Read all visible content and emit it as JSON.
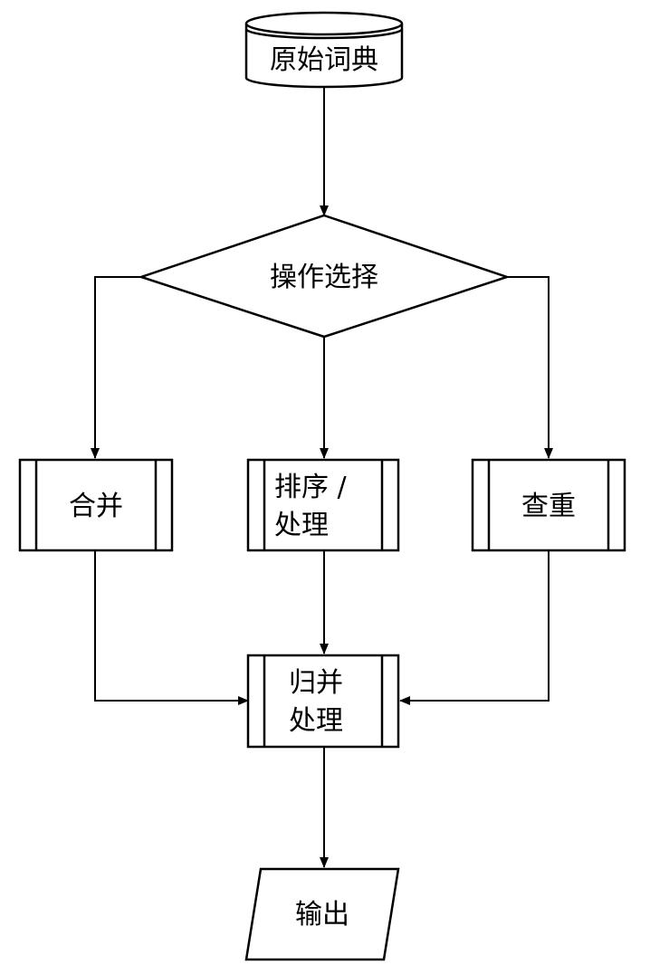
{
  "colors": {
    "stroke": "#000000",
    "background": "#ffffff"
  },
  "nodes": {
    "source": {
      "shape": "database-cylinder",
      "label": "原始词典"
    },
    "decision": {
      "shape": "decision-diamond",
      "label": "操作选择"
    },
    "merge": {
      "shape": "predefined-process",
      "label": "合并"
    },
    "sort": {
      "shape": "predefined-process",
      "label_lines": [
        "排序 /",
        "处理"
      ]
    },
    "dedupe": {
      "shape": "predefined-process",
      "label": "查重"
    },
    "combine": {
      "shape": "predefined-process",
      "label_lines": [
        "归并",
        "处理"
      ]
    },
    "output": {
      "shape": "io-parallelogram",
      "label": "输出"
    }
  },
  "edges": [
    {
      "from": "source",
      "to": "decision"
    },
    {
      "from": "decision",
      "to": "merge"
    },
    {
      "from": "decision",
      "to": "sort"
    },
    {
      "from": "decision",
      "to": "dedupe"
    },
    {
      "from": "merge",
      "to": "combine"
    },
    {
      "from": "sort",
      "to": "combine"
    },
    {
      "from": "dedupe",
      "to": "combine"
    },
    {
      "from": "combine",
      "to": "output"
    }
  ]
}
